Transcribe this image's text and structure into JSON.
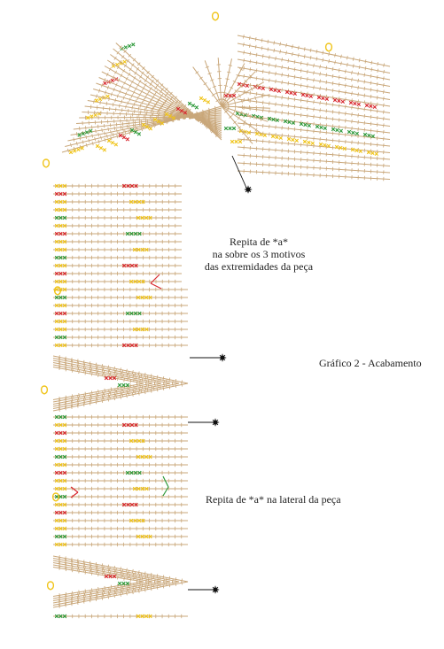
{
  "labels": {
    "note_top_line1": "Repita de *a*",
    "note_top_line2": "na sobre os 3 motivos",
    "note_top_line3": "das extremidades da peça",
    "note_side": "Repita de *a* na lateral da peça",
    "chart_title": "Gráfico 2 - Acabamento"
  },
  "colors": {
    "chain": "#c9a77a",
    "yellow": "#f0c419",
    "red": "#d8282f",
    "green": "#2e9a3b",
    "marker": "#111111",
    "text": "#222222"
  },
  "icons": [
    "star-marker-icon",
    "yarn-loop-icon"
  ]
}
